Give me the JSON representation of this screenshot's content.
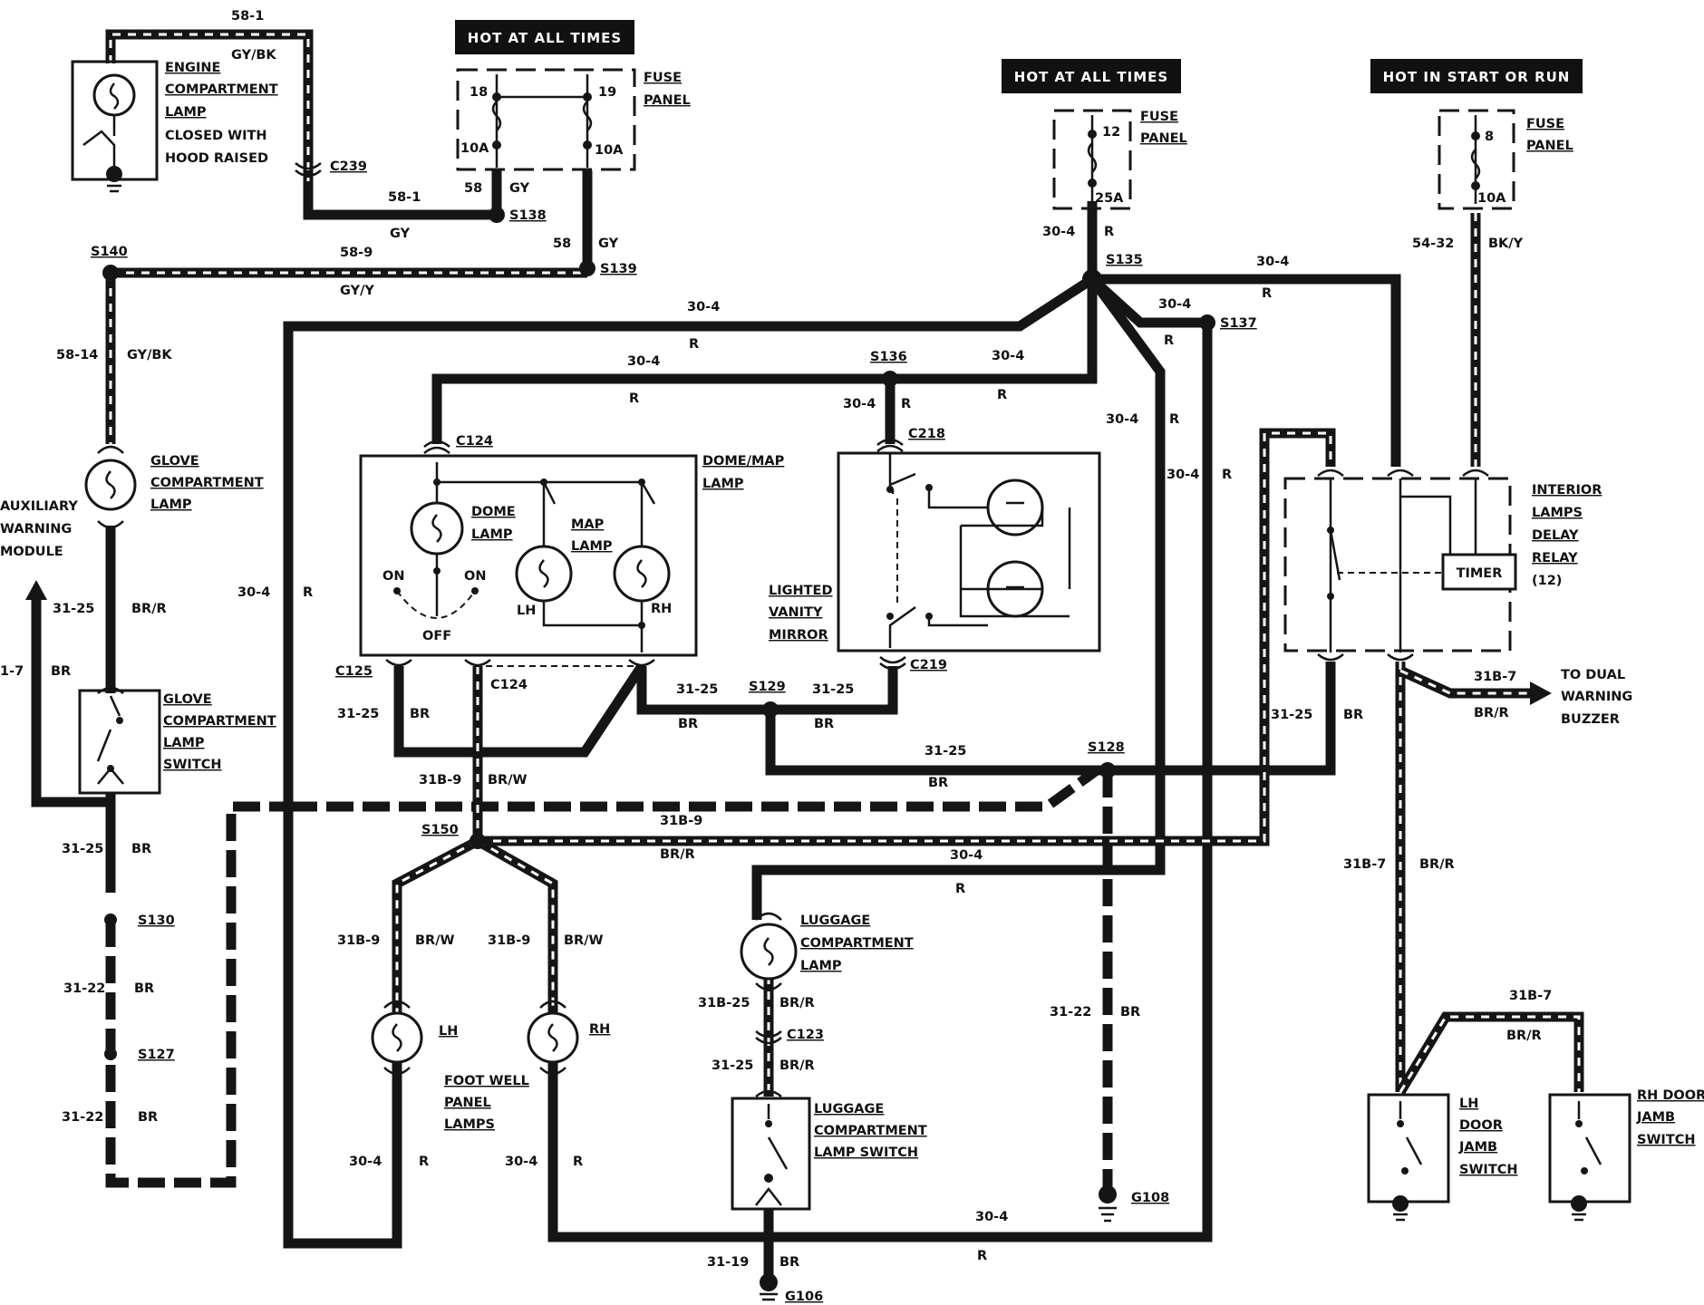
{
  "banners": {
    "hot_all_times_1": "HOT AT ALL TIMES",
    "hot_all_times_2": "HOT AT ALL TIMES",
    "hot_start_run": "HOT IN START OR RUN"
  },
  "fuses": {
    "f18": "18",
    "f18_amp": "10A",
    "f19": "19",
    "f19_amp": "10A",
    "f12": "12",
    "f12_amp": "25A",
    "f8": "8",
    "f8_amp": "10A",
    "panel_line1": "FUSE",
    "panel_line2": "PANEL"
  },
  "components": {
    "engine_lamp": [
      "ENGINE",
      "COMPARTMENT",
      "LAMP",
      "CLOSED WITH",
      "HOOD RAISED"
    ],
    "glove_lamp": [
      "GLOVE",
      "COMPARTMENT",
      "LAMP"
    ],
    "glove_switch": [
      "GLOVE",
      "COMPARTMENT",
      "LAMP",
      "SWITCH"
    ],
    "aux_module": [
      "AUXILIARY",
      "WARNING",
      "MODULE"
    ],
    "dome_map": [
      "DOME/MAP",
      "LAMP"
    ],
    "dome": [
      "DOME",
      "LAMP"
    ],
    "map": [
      "MAP",
      "LAMP"
    ],
    "vanity": [
      "LIGHTED",
      "VANITY",
      "MIRROR"
    ],
    "relay": [
      "INTERIOR",
      "LAMPS",
      "DELAY",
      "RELAY",
      "(12)"
    ],
    "timer": "TIMER",
    "buzzer": [
      "TO DUAL",
      "WARNING",
      "BUZZER"
    ],
    "luggage_lamp": [
      "LUGGAGE",
      "COMPARTMENT",
      "LAMP"
    ],
    "luggage_switch": [
      "LUGGAGE",
      "COMPARTMENT",
      "LAMP SWITCH"
    ],
    "foot_well": [
      "FOOT WELL",
      "PANEL",
      "LAMPS"
    ],
    "lh_door": [
      "LH",
      "DOOR",
      "JAMB",
      "SWITCH"
    ],
    "rh_door": [
      "RH DOOR",
      "JAMB",
      "SWITCH"
    ],
    "on": "ON",
    "off": "OFF",
    "lh": "LH",
    "rh": "RH"
  },
  "connectors": {
    "c239": "C239",
    "c124": "C124",
    "c124b": "C124",
    "c125": "C125",
    "c218": "C218",
    "c219": "C219",
    "c123": "C123"
  },
  "splices": {
    "s138": "S138",
    "s139": "S139",
    "s140": "S140",
    "s135": "S135",
    "s136": "S136",
    "s137": "S137",
    "s129": "S129",
    "s128": "S128",
    "s150": "S150",
    "s130": "S130",
    "s127": "S127"
  },
  "grounds": {
    "g108": "G108",
    "g106": "G106"
  },
  "circuits": {
    "c58_1": "58-1",
    "c58": "58",
    "c58_9": "58-9",
    "c58_14": "58-14",
    "c30_4": "30-4",
    "c31_25": "31-25",
    "c31_22": "31-22",
    "c31b_9": "31B-9",
    "c31b_7": "31B-7",
    "c31b_25": "31B-25",
    "c31_19": "31-19",
    "c54_32": "54-32",
    "c1_7": "1-7"
  },
  "colors": {
    "gy_bk": "GY/BK",
    "gy": "GY",
    "gy_y": "GY/Y",
    "r": "R",
    "br": "BR",
    "br_r": "BR/R",
    "br_w": "BR/W",
    "bk_y": "BK/Y"
  }
}
